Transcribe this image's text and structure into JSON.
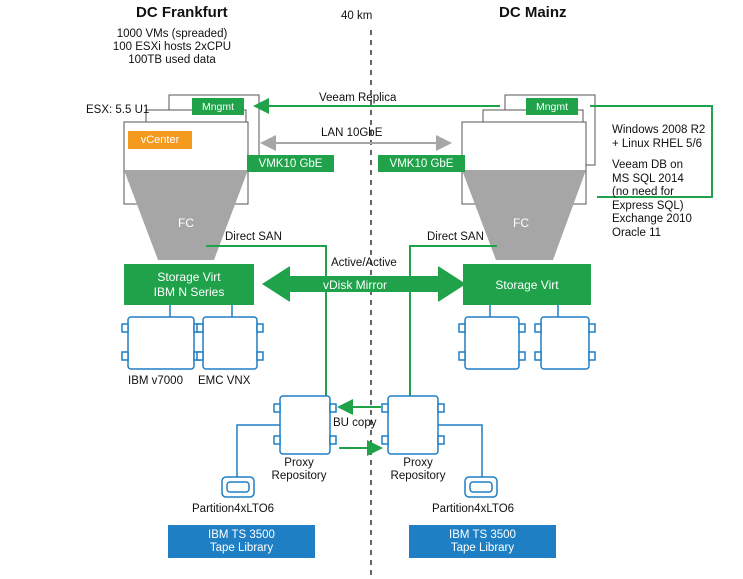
{
  "titles": {
    "left": "DC Frankfurt",
    "right": "DC Mainz",
    "distance": "40 km"
  },
  "left_specs": [
    "1000 VMs (spreaded)",
    "100 ESXi hosts 2xCPU",
    "100TB used data"
  ],
  "esx_label": "ESX: 5.5 U1",
  "mngmt": "Mngmt",
  "vcenter": "vCenter",
  "vmk": "VMK10 GbE",
  "fc": "FC",
  "veeam_replica": "Veeam Replica",
  "lan": "LAN 10GbE",
  "direct_san": "Direct SAN",
  "active_active": "Active/Active",
  "vdisk_mirror": "vDisk Mirror",
  "storage_left": [
    "Storage Virt",
    "IBM N Series"
  ],
  "storage_right": "Storage Virt",
  "disk_labels": {
    "left1": "IBM v7000",
    "left2": "EMC VNX"
  },
  "bu_copy": "BU copy",
  "proxy": [
    "Proxy",
    "Repository"
  ],
  "partition": "Partition4xLTO6",
  "tape_library": [
    "IBM TS 3500",
    "Tape Library"
  ],
  "right_notes": [
    "Windows 2008 R2",
    "+ Linux RHEL 5/6",
    "",
    "Veeam DB on",
    "MS SQL 2014",
    "(no need for",
    "Express SQL)",
    "Exchange 2010",
    "Oracle 11"
  ],
  "colors": {
    "green": "#1fa24a",
    "blue": "#1e7fc5",
    "orange": "#f39a1f",
    "gray": "#a6a6a6"
  }
}
